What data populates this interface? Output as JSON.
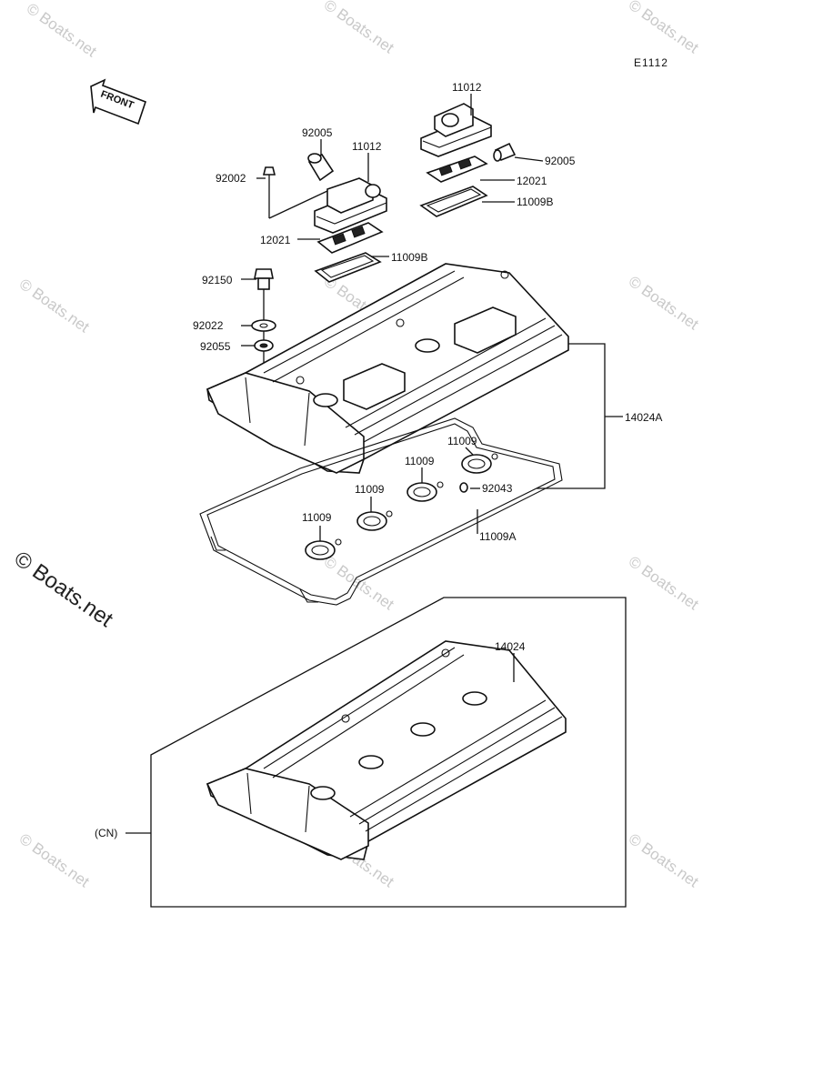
{
  "diagram_code": "E1112",
  "front_label": "FRONT",
  "watermark_text": "© Boats.net",
  "labels": {
    "p11012_top": "11012",
    "p92005_left": "92005",
    "p11012_mid": "11012",
    "p92002": "92002",
    "p92005_right": "92005",
    "p12021_right": "12021",
    "p11009B_right": "11009B",
    "p12021_left": "12021",
    "p11009B_left": "11009B",
    "p92150": "92150",
    "p92022": "92022",
    "p92055": "92055",
    "p14024A": "14024A",
    "p11009_a": "11009",
    "p11009_b": "11009",
    "p11009_c": "11009",
    "p11009_d": "11009",
    "p92043": "92043",
    "p11009A": "11009A",
    "p14024": "14024",
    "pCN": "(CN)"
  },
  "colors": {
    "line": "#111111",
    "watermark": "#c9c9c9",
    "background": "#ffffff"
  }
}
